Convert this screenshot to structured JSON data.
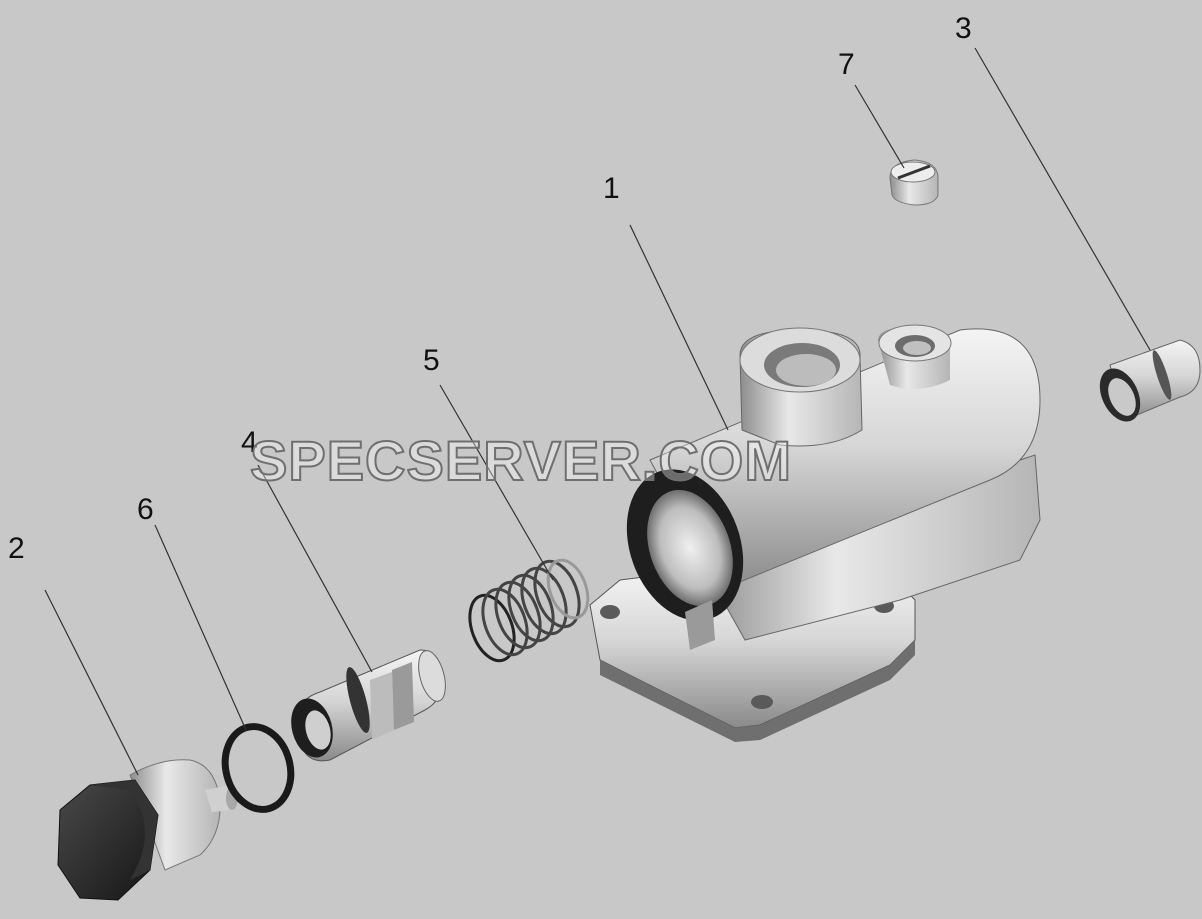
{
  "watermark": "SPECSERVER.COM",
  "colors": {
    "background": "#c8c8c8",
    "metal_light": "#efefef",
    "metal_dark": "#2a2a2a",
    "leader": "#333333"
  },
  "parts": [
    {
      "id": "housing",
      "label": "1",
      "icon": "valve-housing"
    },
    {
      "id": "plug",
      "label": "2",
      "icon": "hex-plug"
    },
    {
      "id": "bushing",
      "label": "3",
      "icon": "bushing"
    },
    {
      "id": "valve",
      "label": "4",
      "icon": "valve-spool"
    },
    {
      "id": "spring",
      "label": "5",
      "icon": "coil-spring"
    },
    {
      "id": "oring",
      "label": "6",
      "icon": "o-ring"
    },
    {
      "id": "screw",
      "label": "7",
      "icon": "set-screw"
    }
  ]
}
